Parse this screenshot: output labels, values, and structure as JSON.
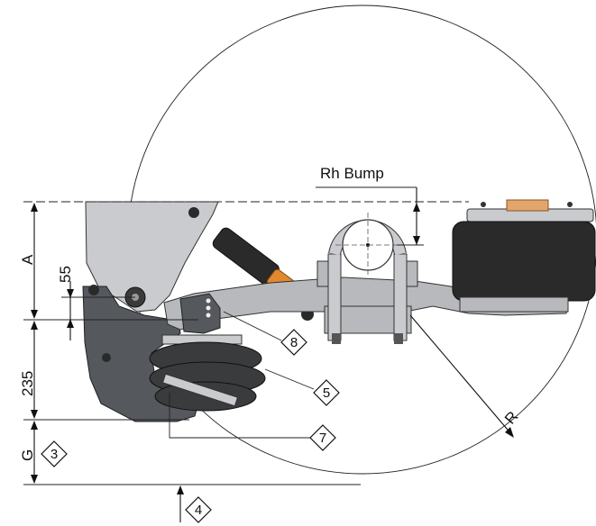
{
  "labels": {
    "rh_bump": "Rh Bump",
    "radius": "R",
    "dim_a": "A",
    "dim_55": "55",
    "dim_235": "235",
    "dim_g": "G"
  },
  "callouts": [
    "3",
    "4",
    "5",
    "7",
    "8"
  ],
  "colors": {
    "bracket_dark": "#55585d",
    "bracket_light": "#c9cbce",
    "arm": "#b7b9bc",
    "shock_body": "#2a2a2a",
    "shock_boot": "#e0892e",
    "airbag": "#3a3b3d",
    "plate": "#e2a56c",
    "line": "#111111"
  }
}
